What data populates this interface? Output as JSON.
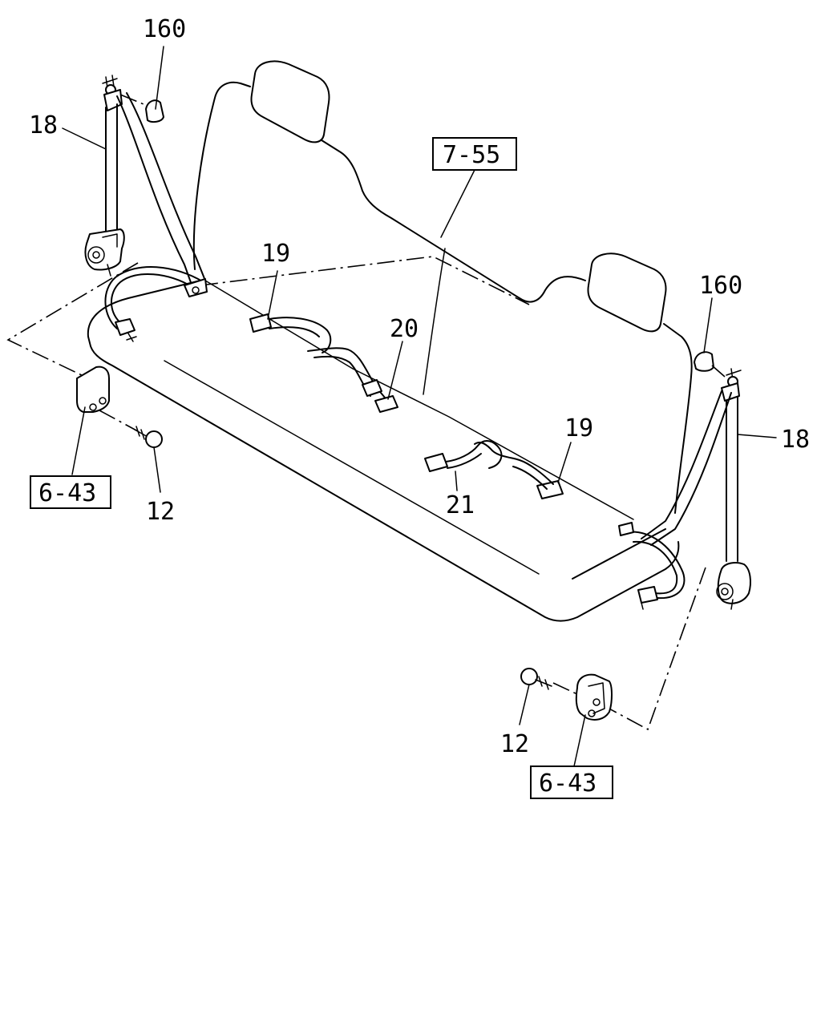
{
  "callouts": {
    "c160_left": "160",
    "c18_left": "18",
    "c755": "7-55",
    "c19_top": "19",
    "c20": "20",
    "c160_right": "160",
    "c19_mid": "19",
    "c18_right": "18",
    "c21": "21",
    "c643_left": "6-43",
    "c12_left": "12",
    "c12_right": "12",
    "c643_right": "6-43"
  }
}
